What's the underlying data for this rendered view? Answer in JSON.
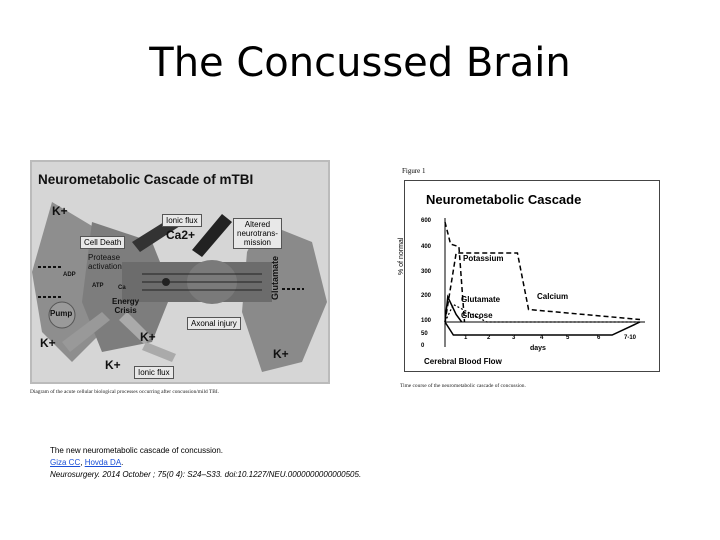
{
  "slide": {
    "title": "The Concussed Brain"
  },
  "left_figure": {
    "title": "Neurometabolic Cascade of mTBI",
    "labels": {
      "k_top": "K+",
      "ionic_flux_top": "Ionic flux",
      "ca2": "Ca2+",
      "altered": "Altered\nneurotrans-\nmission",
      "cell_death": "Cell Death",
      "protease": "Protease\nactivation",
      "glutamate": "Glutamate",
      "adp": "ADP",
      "atp": "ATP",
      "ca": "Ca",
      "energy": "Energy\nCrisis",
      "pump": "Pump",
      "k_left": "K+",
      "axonal": "Axonal injury",
      "k_mid": "K+",
      "k_right": "K+",
      "k_bottom": "K+",
      "ionic_flux_bottom": "Ionic flux"
    },
    "caption": "Diagram of the acute cellular biological processes occurring after concussion/mild TBI."
  },
  "right_figure": {
    "figure_label": "Figure 1",
    "caption": "Time course of the neurometabolic cascade of concussion.",
    "ylabel": "% of normal",
    "xlabel": "days",
    "series_labels": {
      "potassium": "Potassium",
      "glutamate": "Glutamate",
      "glucose": "Glucose",
      "calcium": "Calcium",
      "cbf": "Cerebral Blood Flow"
    }
  },
  "chart_data": {
    "type": "line",
    "title": "Neurometabolic Cascade",
    "ylabel": "% of normal",
    "xlabel": "days",
    "x_ticks": [
      "1",
      "2",
      "3",
      "4",
      "5",
      "6",
      "7-10"
    ],
    "y_ticks": [
      "600",
      "400",
      "300",
      "200",
      "100",
      "50",
      "0"
    ],
    "series": [
      {
        "name": "Potassium",
        "points": [
          [
            0,
            600
          ],
          [
            0.2,
            430
          ],
          [
            0.5,
            410
          ],
          [
            0.7,
            100
          ]
        ]
      },
      {
        "name": "Glutamate",
        "points": [
          [
            0,
            100
          ],
          [
            0.1,
            200
          ],
          [
            0.4,
            130
          ],
          [
            0.6,
            100
          ]
        ]
      },
      {
        "name": "Glucose",
        "points": [
          [
            0,
            100
          ],
          [
            0.3,
            170
          ],
          [
            1.5,
            100
          ],
          [
            7,
            100
          ]
        ]
      },
      {
        "name": "Calcium",
        "points": [
          [
            0,
            100
          ],
          [
            0.4,
            380
          ],
          [
            2.6,
            380
          ],
          [
            3,
            150
          ],
          [
            7,
            110
          ]
        ]
      },
      {
        "name": "Cerebral Blood Flow",
        "points": [
          [
            0,
            100
          ],
          [
            0.3,
            50
          ],
          [
            6,
            50
          ],
          [
            7,
            100
          ]
        ]
      }
    ]
  },
  "citation": {
    "line1": "The new neurometabolic cascade of concussion.",
    "author1": "Giza CC",
    "author_sep": ", ",
    "author2": "Hovda DA",
    "author_end": ".",
    "line3": "Neurosurgery. 2014 October ; 75(0 4): S24–S33. doi:10.1227/NEU.0000000000000505."
  }
}
